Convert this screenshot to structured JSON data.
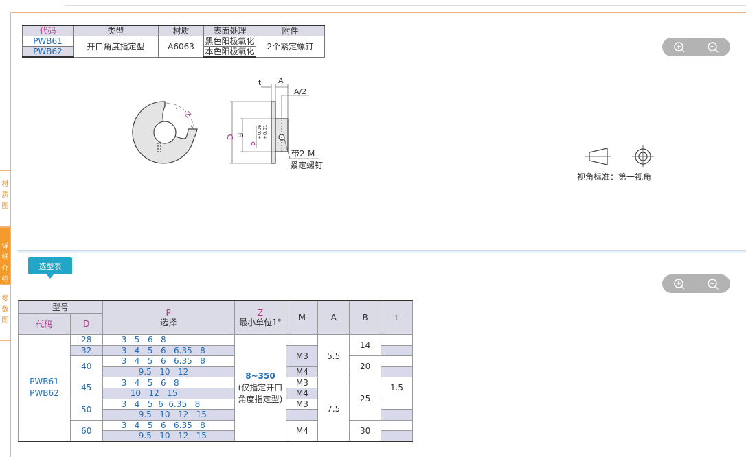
{
  "sidebar": {
    "tabs": [
      "材质图",
      "详细介绍",
      "参数图"
    ]
  },
  "spec_table": {
    "headers": [
      "代码",
      "类型",
      "材质",
      "表面处理",
      "附件"
    ],
    "codes": [
      "PWB61",
      "PWB62"
    ],
    "type": "开口角度指定型",
    "material": "A6063",
    "finishes": [
      "黑色阳极氧化",
      "本色阳极氧化"
    ],
    "accessory": "2个紧定螺钉"
  },
  "drawing": {
    "labels": {
      "t": "t",
      "A": "A",
      "A_half": "A/2",
      "D": "D",
      "B": "B",
      "P": "P",
      "tol_up": "+0.06",
      "tol_dn": "+0.01",
      "Z": "Z",
      "screw_1": "带2-M",
      "screw_2": "紧定螺钉"
    },
    "view_standard": "视角标准：第一视角"
  },
  "selection": {
    "tag": "选型表",
    "headers": {
      "model": "型号",
      "code": "代码",
      "D": "D",
      "P": "P",
      "P_sub": "选择",
      "Z": "Z",
      "Z_sub": "最小单位1°",
      "M": "M",
      "A": "A",
      "B": "B",
      "t": "t"
    },
    "codes": [
      "PWB61",
      "PWB62"
    ],
    "z_range": "8~350",
    "z_note_1": "(仅指定开口",
    "z_note_2": "角度指定型)",
    "t_value": "1.5",
    "D": [
      "28",
      "32",
      "40",
      "45",
      "50",
      "60"
    ],
    "P": [
      "3   5   6   8",
      "3   4   5   6   6.35   8",
      "3   4   5   6   6.35   8",
      "9.5   10   12",
      "3   4   5   6   8",
      "10   12   15",
      "3   4   5  6  6.35   8",
      "9.5   10   12   15",
      "3   4   5   6   6.35   8",
      "9.5   10   12   15"
    ],
    "M": [
      "M3",
      "M4",
      "M3",
      "M4",
      "M3",
      "M4"
    ],
    "A": [
      "5.5",
      "7.5"
    ],
    "B": [
      "14",
      "20",
      "25",
      "30"
    ]
  }
}
